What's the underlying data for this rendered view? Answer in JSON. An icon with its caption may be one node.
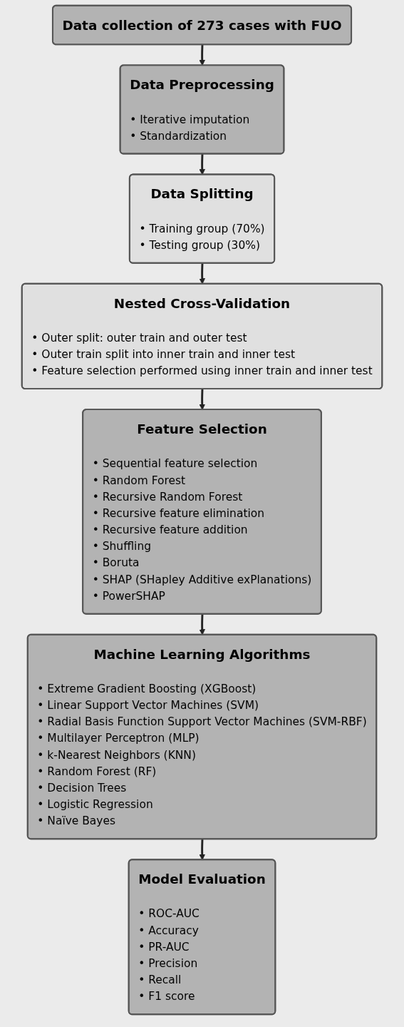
{
  "diagram": {
    "nodes": [
      {
        "text": [
          "Data collection of 273 cases with FUO"
        ]
      },
      {
        "text": [
          "Data Preprocessing",
          "• Iterative imputation",
          "• Standardization"
        ]
      },
      {
        "text": [
          "Data Splitting",
          "• Training group (70%)",
          "• Testing group (30%)"
        ]
      },
      {
        "text": [
          "Nested Cross-Validation",
          "• Outer split: outer train and outer test",
          "• Outer train split into inner train and inner test",
          "• Feature selection performed using inner train and inner test"
        ]
      },
      {
        "text": [
          "Feature Selection",
          "• Sequential feature selection",
          "• Random Forest",
          "• Recursive Random Forest",
          "• Recursive feature elimination",
          "• Recursive feature addition",
          "• Shuffling",
          "• Boruta",
          "• SHAP (SHapley Additive exPlanations)",
          "• PowerSHAP"
        ]
      },
      {
        "text": [
          "Machine Learning Algorithms",
          "• Extreme Gradient Boosting (XGBoost)",
          "• Linear Support Vector Machines (SVM)",
          "• Radial Basis Function Support Vector Machines (SVM-RBF)",
          "• Multilayer Perceptron (MLP)",
          "• k-Nearest Neighbors (KNN)",
          "• Random Forest (RF)",
          "• Decision Trees",
          "• Logistic Regression",
          "• Naïve Bayes"
        ]
      },
      {
        "text": [
          "Model Evaluation",
          "• ROC-AUC",
          "• Accuracy",
          "• PR-AUC",
          "• Precision",
          "• Recall",
          "• F1 score"
        ]
      }
    ],
    "edges": [
      {
        "from": 0,
        "to": 1,
        "arrow": "to"
      },
      {
        "from": 1,
        "to": 2,
        "arrow": "to"
      },
      {
        "from": 2,
        "to": 3,
        "arrow": "to"
      },
      {
        "from": 3,
        "to": 4,
        "arrow": "to"
      },
      {
        "from": 4,
        "to": 5,
        "arrow": "to"
      },
      {
        "from": 5,
        "to": 6,
        "arrow": "to"
      }
    ]
  }
}
